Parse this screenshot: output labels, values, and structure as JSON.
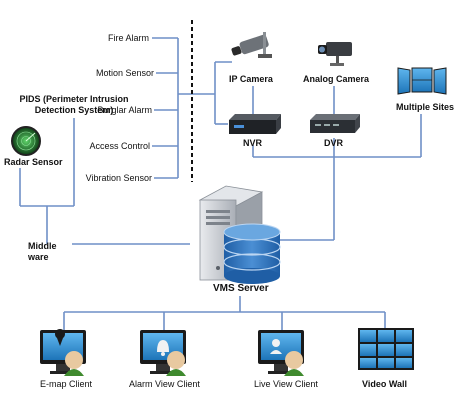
{
  "sensors": {
    "fire_alarm": "Fire Alarm",
    "motion_sensor": "Motion Sensor",
    "burglar_alarm": "Burglar Alarm",
    "access_control": "Access Control",
    "vibration_sensor": "Vibration Sensor"
  },
  "pids": {
    "line1": "PIDS (Perimeter Intrusion",
    "line2": "Detection System)"
  },
  "radar": "Radar Sensor",
  "middleware": {
    "line1": "Middle",
    "line2": "ware"
  },
  "cameras": {
    "ip_camera": "IP Camera",
    "analog_camera": "Analog Camera",
    "nvr": "NVR",
    "dvr": "DVR",
    "multiple_sites": "Multiple Sites"
  },
  "server": "VMS Server",
  "clients": {
    "emap": "E-map Client",
    "alarm_view": "Alarm View Client",
    "live_view": "Live View Client",
    "video_wall": "Video Wall"
  },
  "colors": {
    "connector": "#6f8fc7",
    "divider": "#111111",
    "monitor_screen": "#2b8fd6",
    "monitor_frame": "#1a1a1a",
    "server_gray": "#c9cdd3",
    "db_blue": "#2f6fb5",
    "radar_green": "#2e8b3a"
  }
}
